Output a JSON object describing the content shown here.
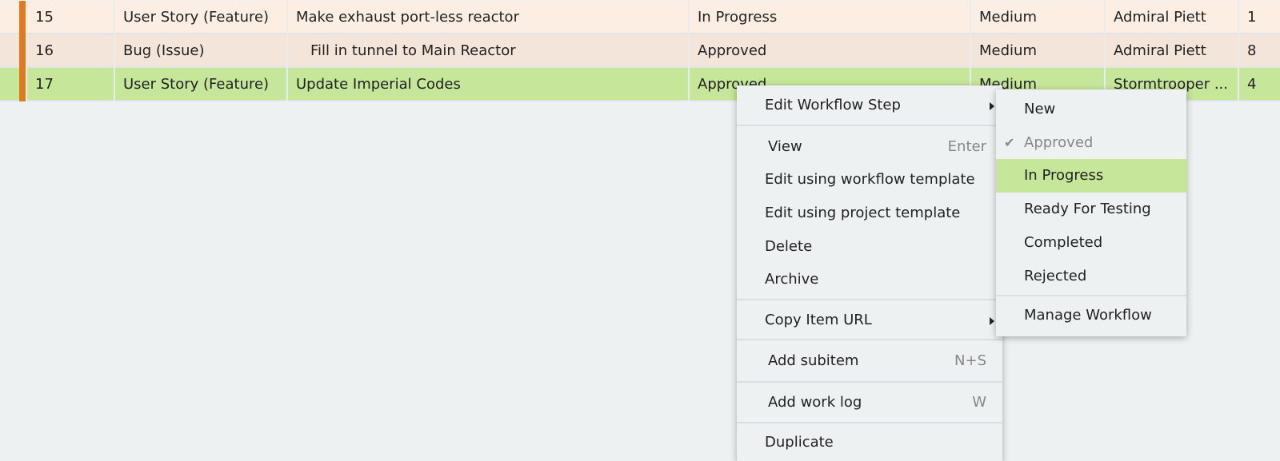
{
  "rows": [
    {
      "id": "15",
      "type": "User Story (Feature)",
      "name": "Make exhaust port-less reactor",
      "status": "In Progress",
      "priority": "Medium",
      "owner": "Admiral Piett",
      "extra": "1",
      "color": "#fdeee3"
    },
    {
      "id": "16",
      "type": "Bug (Issue)",
      "name": "Fill in tunnel to Main Reactor",
      "status": "Approved",
      "priority": "Medium",
      "owner": "Admiral Piett",
      "extra": "8",
      "color": "#f4e5da"
    },
    {
      "id": "17",
      "type": "User Story (Feature)",
      "name": "Update Imperial Codes",
      "status": "Approved",
      "priority": "Medium",
      "owner": "Stormtrooper ...",
      "extra": "4",
      "color": "#c6e69a"
    }
  ],
  "context_menu": {
    "edit_workflow_step": "Edit Workflow Step",
    "view": "View",
    "view_shortcut": "Enter",
    "edit_workflow_template": "Edit using workflow template",
    "edit_project_template": "Edit using project template",
    "delete": "Delete",
    "archive": "Archive",
    "copy_item_url": "Copy Item URL",
    "add_subitem": "Add subitem",
    "add_subitem_shortcut": "N+S",
    "add_work_log": "Add work log",
    "add_work_log_shortcut": "W",
    "duplicate": "Duplicate"
  },
  "workflow_submenu": {
    "items": [
      "New",
      "Approved",
      "In Progress",
      "Ready For Testing",
      "Completed",
      "Rejected"
    ],
    "current": "Approved",
    "highlighted": "In Progress",
    "manage": "Manage Workflow"
  },
  "colors": {
    "accent_bar": "#e07a1f",
    "highlight": "#c6e69a"
  }
}
